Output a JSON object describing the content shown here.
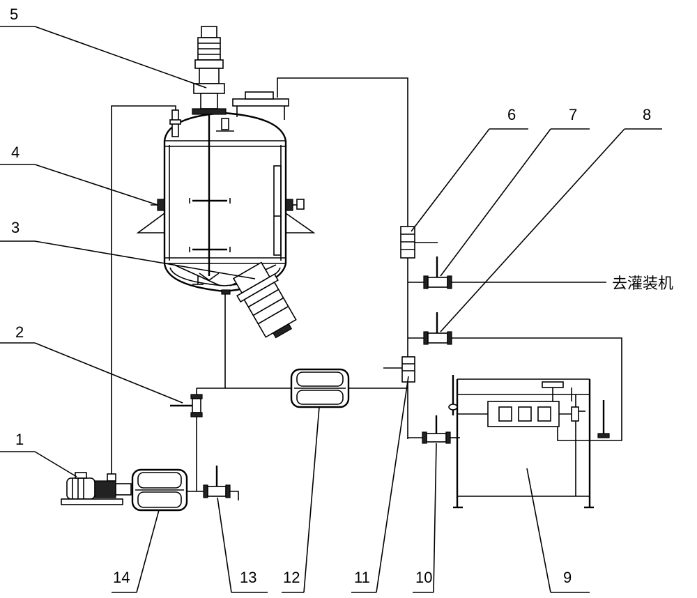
{
  "labels": {
    "l1": "1",
    "l2": "2",
    "l3": "3",
    "l4": "4",
    "l5": "5",
    "l6": "6",
    "l7": "7",
    "l8": "8",
    "l9": "9",
    "l10": "10",
    "l11": "11",
    "l12": "12",
    "l13": "13",
    "l14": "14"
  },
  "outlet_text": "去灌装机",
  "icons": {
    "vessel": "reactor-vessel-icon",
    "motor": "motor-icon",
    "pump": "pump-icon",
    "filter": "filter-icon",
    "valve": "valve-icon",
    "machine": "filling-machine-icon"
  }
}
